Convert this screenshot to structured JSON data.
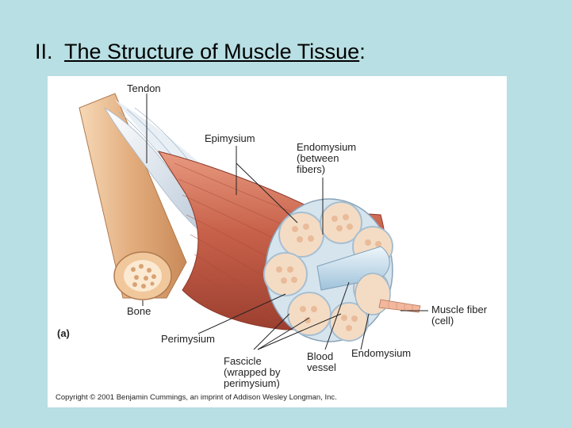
{
  "slide": {
    "number": "II.",
    "title": "The Structure of Muscle Tissue",
    "title_suffix": ":"
  },
  "figure": {
    "panel_label": "(a)",
    "labels": {
      "tendon": "Tendon",
      "epimysium": "Epimysium",
      "endomysium_top": "Endomysium\n(between\nfibers)",
      "bone": "Bone",
      "perimysium": "Perimysium",
      "fascicle": "Fascicle\n(wrapped by\nperimysium)",
      "blood_vessel": "Blood\nvessel",
      "endomysium_bottom": "Endomysium",
      "muscle_fiber": "Muscle fiber\n(cell)"
    },
    "copyright": "Copyright © 2001 Benjamin Cummings, an imprint of Addison Wesley Longman, Inc."
  },
  "colors": {
    "background": "#b8dfe3",
    "muscle": "#c8614a",
    "bone": "#e7b98e",
    "fascicle": "#f4dcc4",
    "tendon": "#dfe7ef"
  }
}
